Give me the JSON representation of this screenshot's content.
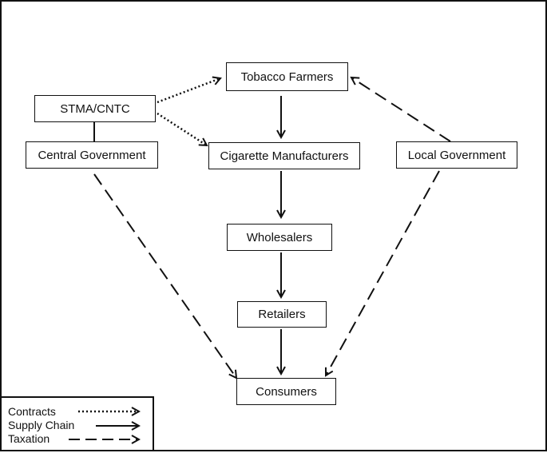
{
  "nodes": {
    "tobacco_farmers": "Tobacco Farmers",
    "stma_cntc": "STMA/CNTC",
    "central_government": "Central Government",
    "cigarette_manufacturers": "Cigarette Manufacturers",
    "local_government": "Local Government",
    "wholesalers": "Wholesalers",
    "retailers": "Retailers",
    "consumers": "Consumers"
  },
  "legend": {
    "contracts": "Contracts",
    "supply_chain": "Supply Chain",
    "taxation": "Taxation"
  },
  "colors": {
    "ink": "#111111",
    "background": "#ffffff"
  }
}
